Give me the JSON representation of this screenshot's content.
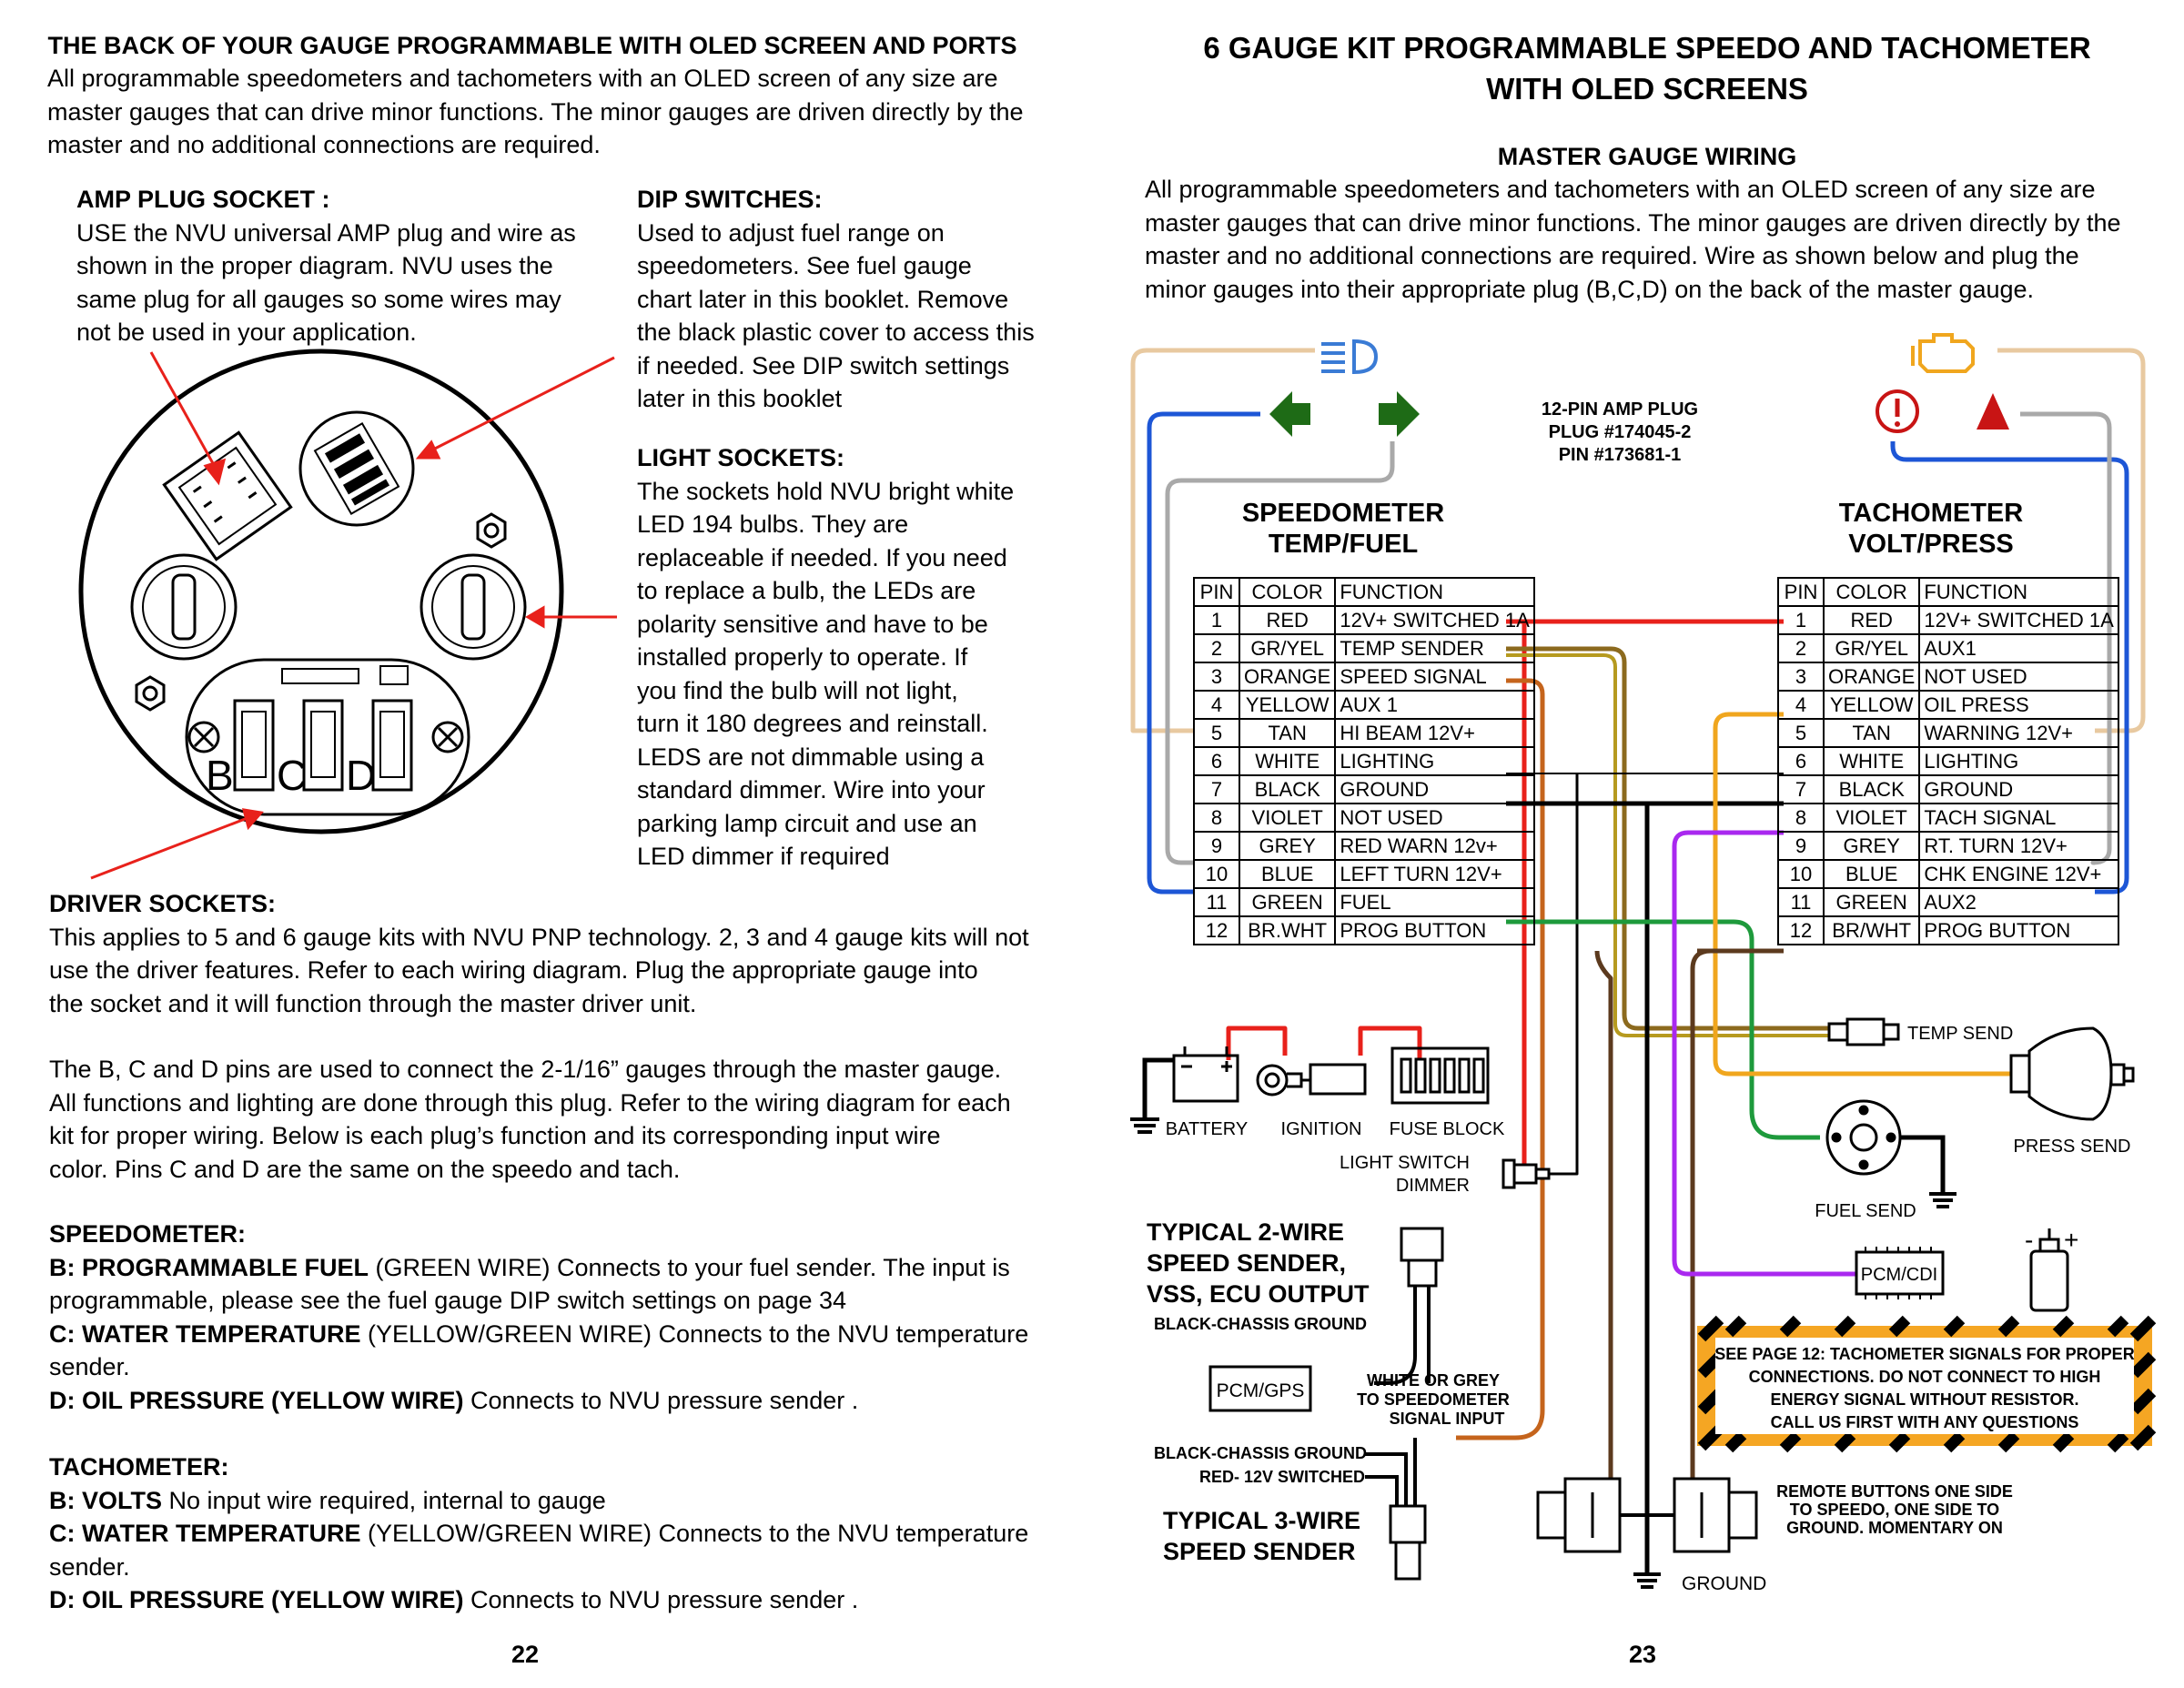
{
  "left_page": {
    "heading": "THE BACK OF YOUR GAUGE PROGRAMMABLE WITH OLED SCREEN AND PORTS",
    "intro": [
      "All programmable speedometers and tachometers with an OLED screen of any size are",
      "master gauges that can drive minor functions.  The minor gauges are driven directly by the",
      "master and no additional connections are required."
    ],
    "amp_plug": {
      "title": "AMP PLUG SOCKET :",
      "lines": [
        "USE the NVU universal AMP plug and wire as",
        "shown in the proper diagram.  NVU uses the",
        "same plug for all gauges so some wires may",
        "not be used in your application."
      ]
    },
    "dip": {
      "title": "DIP SWITCHES:",
      "lines": [
        "Used to adjust fuel range on",
        "speedometers.  See fuel gauge",
        "chart later in this booklet. Remove",
        "the black plastic cover to access this",
        "if needed. See DIP switch settings",
        "later in this booklet"
      ]
    },
    "light": {
      "title": "LIGHT SOCKETS:",
      "lines": [
        "The sockets hold NVU bright white",
        "LED 194 bulbs.  They are",
        "replaceable if needed.  If you need",
        "to replace a bulb, the LEDs are",
        "polarity sensitive and have to be",
        "installed properly to operate.  If",
        "you find the bulb will not light,",
        "turn it 180 degrees and reinstall.",
        "LEDS are not dimmable using a",
        "standard dimmer.  Wire into your",
        "parking lamp circuit and use an",
        "LED dimmer if required"
      ]
    },
    "gauge_labels": {
      "b": "B",
      "c": "C",
      "d": "D"
    },
    "driver": {
      "title": "DRIVER SOCKETS:",
      "lines": [
        "This applies to 5 and 6 gauge kits with NVU PNP technology.  2, 3 and 4 gauge kits will not",
        "use the driver features.  Refer to each wiring diagram.  Plug the appropriate gauge into",
        "the socket and it will function through the master driver unit."
      ]
    },
    "bcd": {
      "lines": [
        "The B, C and D pins are used to connect the 2-1/16” gauges through the master gauge.",
        "All functions and lighting are done through this plug. Refer to the wiring diagram for each",
        "kit for proper wiring.  Below is each plug’s function and its corresponding input wire",
        "color. Pins C and D are the same on the speedo and tach."
      ]
    },
    "speedo": {
      "title": "SPEEDOMETER:",
      "b_label": "B: PROGRAMMABLE FUEL",
      "b_text": " (GREEN WIRE) Connects to your fuel sender. The input is",
      "b_text2": "programmable, please see the fuel gauge DIP switch settings on page 34",
      "c_label": "C: WATER TEMPERATURE",
      "c_text": " (YELLOW/GREEN WIRE) Connects to the NVU temperature",
      "c_text2": "sender.",
      "d_label": "D: OIL PRESSURE (YELLOW WIRE)",
      "d_text": " Connects to NVU pressure sender ."
    },
    "tach": {
      "title": "TACHOMETER:",
      "b_label": "B: VOLTS",
      "b_text": " No input wire required, internal to gauge",
      "c_label": "C: WATER TEMPERATURE",
      "c_text": " (YELLOW/GREEN WIRE) Connects to the NVU temperature",
      "c_text2": "sender.",
      "d_label": "D: OIL PRESSURE (YELLOW WIRE)",
      "d_text": " Connects to NVU pressure sender ."
    },
    "page_number": "22"
  },
  "right_page": {
    "title_line1": "6 GAUGE KIT PROGRAMMABLE SPEEDO AND TACHOMETER",
    "title_line2": "WITH OLED SCREENS",
    "subheading": "MASTER GAUGE WIRING",
    "intro": [
      "All programmable speedometers and tachometers with an OLED screen of any size are",
      "master gauges that can drive minor functions.  The minor gauges are driven directly by the",
      "master and no additional connections are required.  Wire as shown below and plug the",
      "minor gauges into their appropriate plug (B,C,D) on the back of the master gauge."
    ],
    "amp_plug": {
      "line1": "12-PIN AMP PLUG",
      "line2": "PLUG #174045-2",
      "line3": "PIN #173681-1"
    },
    "speedo_title1": "SPEEDOMETER",
    "speedo_title2": "TEMP/FUEL",
    "tach_title1": "TACHOMETER",
    "tach_title2": "VOLT/PRESS",
    "table_headers": {
      "pin": "PIN",
      "color": "COLOR",
      "function": "FUNCTION"
    },
    "speedo_pins": [
      {
        "pin": "1",
        "color": "RED",
        "function": "12V+ SWITCHED 1A"
      },
      {
        "pin": "2",
        "color": "GR/YEL",
        "function": "TEMP SENDER"
      },
      {
        "pin": "3",
        "color": "ORANGE",
        "function": "SPEED SIGNAL"
      },
      {
        "pin": "4",
        "color": "YELLOW",
        "function": "AUX 1"
      },
      {
        "pin": "5",
        "color": "TAN",
        "function": "HI BEAM 12V+"
      },
      {
        "pin": "6",
        "color": "WHITE",
        "function": "LIGHTING"
      },
      {
        "pin": "7",
        "color": "BLACK",
        "function": "GROUND"
      },
      {
        "pin": "8",
        "color": "VIOLET",
        "function": "NOT USED"
      },
      {
        "pin": "9",
        "color": "GREY",
        "function": "RED WARN 12v+"
      },
      {
        "pin": "10",
        "color": "BLUE",
        "function": "LEFT TURN 12V+"
      },
      {
        "pin": "11",
        "color": "GREEN",
        "function": "FUEL"
      },
      {
        "pin": "12",
        "color": "BR.WHT",
        "function": "PROG BUTTON"
      }
    ],
    "tach_pins": [
      {
        "pin": "1",
        "color": "RED",
        "function": "12V+ SWITCHED 1A"
      },
      {
        "pin": "2",
        "color": "GR/YEL",
        "function": "AUX1"
      },
      {
        "pin": "3",
        "color": "ORANGE",
        "function": "NOT USED"
      },
      {
        "pin": "4",
        "color": "YELLOW",
        "function": "OIL PRESS"
      },
      {
        "pin": "5",
        "color": "TAN",
        "function": "WARNING 12V+"
      },
      {
        "pin": "6",
        "color": "WHITE",
        "function": "LIGHTING"
      },
      {
        "pin": "7",
        "color": "BLACK",
        "function": "GROUND"
      },
      {
        "pin": "8",
        "color": "VIOLET",
        "function": "TACH SIGNAL"
      },
      {
        "pin": "9",
        "color": "GREY",
        "function": "RT. TURN 12V+"
      },
      {
        "pin": "10",
        "color": "BLUE",
        "function": "CHK ENGINE 12V+"
      },
      {
        "pin": "11",
        "color": "GREEN",
        "function": "AUX2"
      },
      {
        "pin": "12",
        "color": "BR/WHT",
        "function": "PROG BUTTON"
      }
    ],
    "labels": {
      "temp_send": "TEMP SEND",
      "press_send": "PRESS SEND",
      "fuel_send": "FUEL SEND",
      "pcm_cdi": "PCM/CDI",
      "battery": "BATTERY",
      "ignition": "IGNITION",
      "fuse_block": "FUSE BLOCK",
      "light_switch": "LIGHT SWITCH",
      "dimmer": "DIMMER",
      "two_wire_1": "TYPICAL 2-WIRE",
      "two_wire_2": "SPEED SENDER,",
      "two_wire_3": "VSS, ECU OUTPUT",
      "black_chassis_1": "BLACK-CHASSIS GROUND",
      "pcm_gps": "PCM/GPS",
      "white_grey_1": "WHITE OR GREY",
      "white_grey_2": "TO SPEEDOMETER",
      "white_grey_3": "SIGNAL INPUT",
      "black_chassis_2": "BLACK-CHASSIS GROUND",
      "red_switched": "RED- 12V SWITCHED",
      "three_wire_1": "TYPICAL 3-WIRE",
      "three_wire_2": "SPEED SENDER",
      "ground": "GROUND",
      "remote_1": "REMOTE BUTTONS ONE SIDE",
      "remote_2": "TO SPEEDO, ONE SIDE TO",
      "remote_3": "GROUND.  MOMENTARY ON",
      "warn_1": "SEE PAGE 12: TACHOMETER SIGNALS FOR PROPER",
      "warn_2": "CONNECTIONS.  DO NOT CONNECT TO HIGH",
      "warn_3": "ENERGY SIGNAL WITHOUT RESISTOR.",
      "warn_4": "CALL US FIRST WITH ANY QUESTIONS",
      "coil_minus": "-",
      "coil_plus": "+"
    },
    "page_number": "23"
  },
  "colors": {
    "red": "#e8211b",
    "tan": "#e8c9a0",
    "blue": "#1d56d6",
    "grey": "#a9a9a9",
    "orange": "#c5641c",
    "yellow": "#f0a61e",
    "green": "#1e9a3c",
    "violet": "#a928ef",
    "brown": "#5c3a1e",
    "arrow_green": "#1e6b16",
    "warn_yellow": "#f5a623",
    "icon_blue": "#3a7bd5"
  }
}
